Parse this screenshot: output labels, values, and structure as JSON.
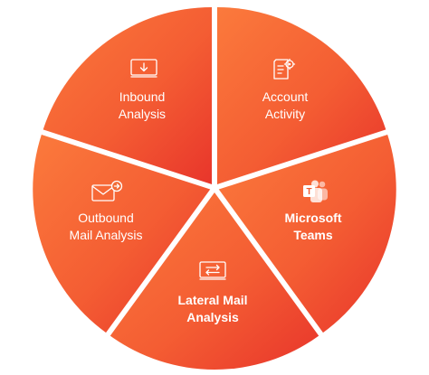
{
  "segments": [
    {
      "id": "inbound",
      "line1": "Inbound",
      "line2": "Analysis",
      "icon": "inbox-download-icon",
      "bold": false
    },
    {
      "id": "account",
      "line1": "Account",
      "line2": "Activity",
      "icon": "document-settings-icon",
      "bold": false
    },
    {
      "id": "teams",
      "line1": "Microsoft",
      "line2": "Teams",
      "icon": "microsoft-teams-icon",
      "bold": true
    },
    {
      "id": "lateral",
      "line1": "Lateral Mail",
      "line2": "Analysis",
      "icon": "lateral-transfer-icon",
      "bold": true
    },
    {
      "id": "outbound",
      "line1": "Outbound",
      "line2": "Mail Analysis",
      "icon": "outbound-mail-icon",
      "bold": false
    }
  ],
  "colors": {
    "gradient_light": "#fb7a3c",
    "gradient_dark": "#e8352b",
    "gap": "#ffffff",
    "text": "#ffffff"
  }
}
